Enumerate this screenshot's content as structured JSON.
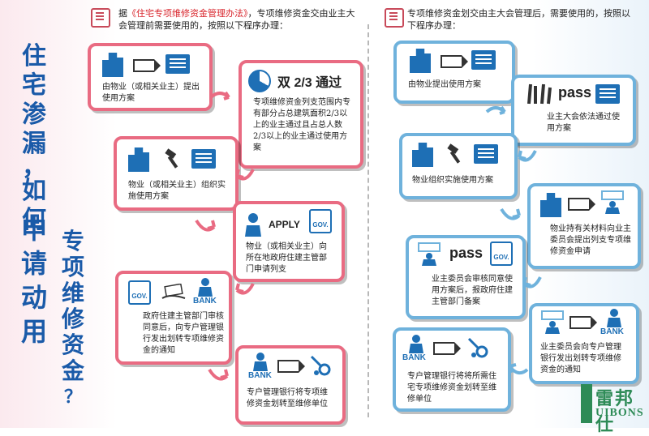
{
  "title": {
    "line1": [
      "住",
      "宅",
      "渗",
      "漏",
      "，",
      "如",
      "何"
    ],
    "line2": [
      "申",
      "请",
      "动",
      "用"
    ],
    "line3": [
      "专",
      "项",
      "维",
      "修",
      "资",
      "金",
      "？"
    ]
  },
  "left": {
    "intro": {
      "pre": "据",
      "highlight": "《住宅专项维修资金管理办法》",
      "post": "，专项维修资金交由业主大会管理前需要使用的，按照以下程序办理："
    },
    "step1": "由物业（或相关业主）提出使用方案",
    "step2_title": "双 2/3 通过",
    "step2": "专项维修资金列支范围内专有部分占总建筑面积2/3以上的业主通过且占总人数2/3以上的业主通过使用方案",
    "step3": "物业（或相关业主）组织实施使用方案",
    "step4_label": "APPLY",
    "step4_gov": "GOV.",
    "step4": "物业（或相关业主）向所在地政府住建主管部门申请列支",
    "step5_gov": "GOV.",
    "step5_bank": "BANK",
    "step5": "政府住建主管部门审核同意后，向专户管理银行发出划转专项维修资金的通知",
    "step6_bank": "BANK",
    "step6": "专户管理银行将专项维修资金划转至维修单位"
  },
  "right": {
    "intro": "专项维修资金划交由主大会管理后，需要使用的，按照以下程序办理：",
    "step1": "由物业提出使用方案",
    "step2_label": "pass",
    "step2": "业主大会依法通过使用方案",
    "step3": "物业组织实施使用方案",
    "step4": "物业持有关材料向业主委员会提出列支专项维修资金申请",
    "step5_label": "pass",
    "step5_gov": "GOV.",
    "step5": "业主委员会审核同意使用方案后，报政府住建主管部门备案",
    "step6_bank": "BANK",
    "step6": "业主委员会向专户管理银行发出划转专项维修资金的通知",
    "step7_bank": "BANK",
    "step7": "专户管理银行将将所需住宅专项维修资金划转至维修单位"
  },
  "logo": {
    "name": "雷邦仕",
    "latin": "UIBONS"
  },
  "colors": {
    "pink": "#e96b82",
    "blue": "#6fb2dc",
    "title_blue": "#1a5aa8",
    "icon_blue": "#1e6fb5",
    "logo_green": "#2e8b57"
  }
}
